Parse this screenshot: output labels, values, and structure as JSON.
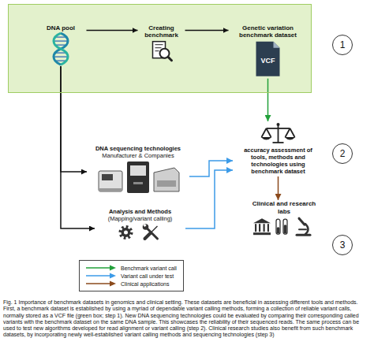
{
  "diagram": {
    "caption": "Fig. 1 Importance of benchmark datasets in genomics and clinical setting. These datasets are beneficial in assessing different tools and methods. First, a benchmark dataset is established by using a myriad of dependable variant calling methods, forming a collection of reliable variant calls, normally stored as a VCF file (green box; step 1). New DNA sequencing technologies could be evaluated by comparing their corresponding called variants with the benchmark dataset on the same DNA sample. This showcases the reliability of their sequenced reads. The same process can be used to test new algorithms developed for read alignment or variant calling (step 2). Clinical research studies also benefit from such benchmark datasets, by incorporating newly well-established variant calling methods and sequencing technologies (step 3)",
    "nodes": [
      {
        "text": []
      },
      {
        "text": [
          "DNA pool"
        ],
        "in": 0
      },
      {
        "text": [
          "Creating benchmark"
        ],
        "in": 0
      },
      {
        "text": [
          "Genetic variation benchmark dataset"
        ],
        "in": 0
      },
      {
        "text": [
          "1"
        ]
      },
      {
        "text": [
          "DNA sequencing technologies",
          "Manufacturer & Companies"
        ]
      },
      {
        "text": [
          "accuracy assessment of tools, methods and technologies using benchmark dataset"
        ]
      },
      {
        "text": [
          "2"
        ]
      },
      {
        "text": [
          "Analysis and Methods",
          "(Mapping/variant calling)"
        ]
      },
      {
        "text": [
          "Clinical and research labs"
        ]
      },
      {
        "text": [
          "3"
        ]
      }
    ],
    "edges": [
      {
        "from": 1,
        "to": 2,
        "arrow": "to"
      },
      {
        "from": 2,
        "to": 3,
        "arrow": "to"
      },
      {
        "from": 1,
        "to": 5,
        "arrow": "to"
      },
      {
        "from": 1,
        "to": 8,
        "arrow": "to"
      },
      {
        "from": 3,
        "to": 6,
        "arrow": "to"
      },
      {
        "from": 5,
        "to": 6,
        "arrow": "to"
      },
      {
        "from": 8,
        "to": 6,
        "arrow": "to"
      },
      {
        "from": 6,
        "to": 9,
        "arrow": "to"
      }
    ],
    "labels": [
      "VCF"
    ],
    "legend": [
      {
        "text": "Benchmark variant call"
      },
      {
        "text": "Variant call under test"
      },
      {
        "text": "Clinical applications"
      }
    ]
  }
}
